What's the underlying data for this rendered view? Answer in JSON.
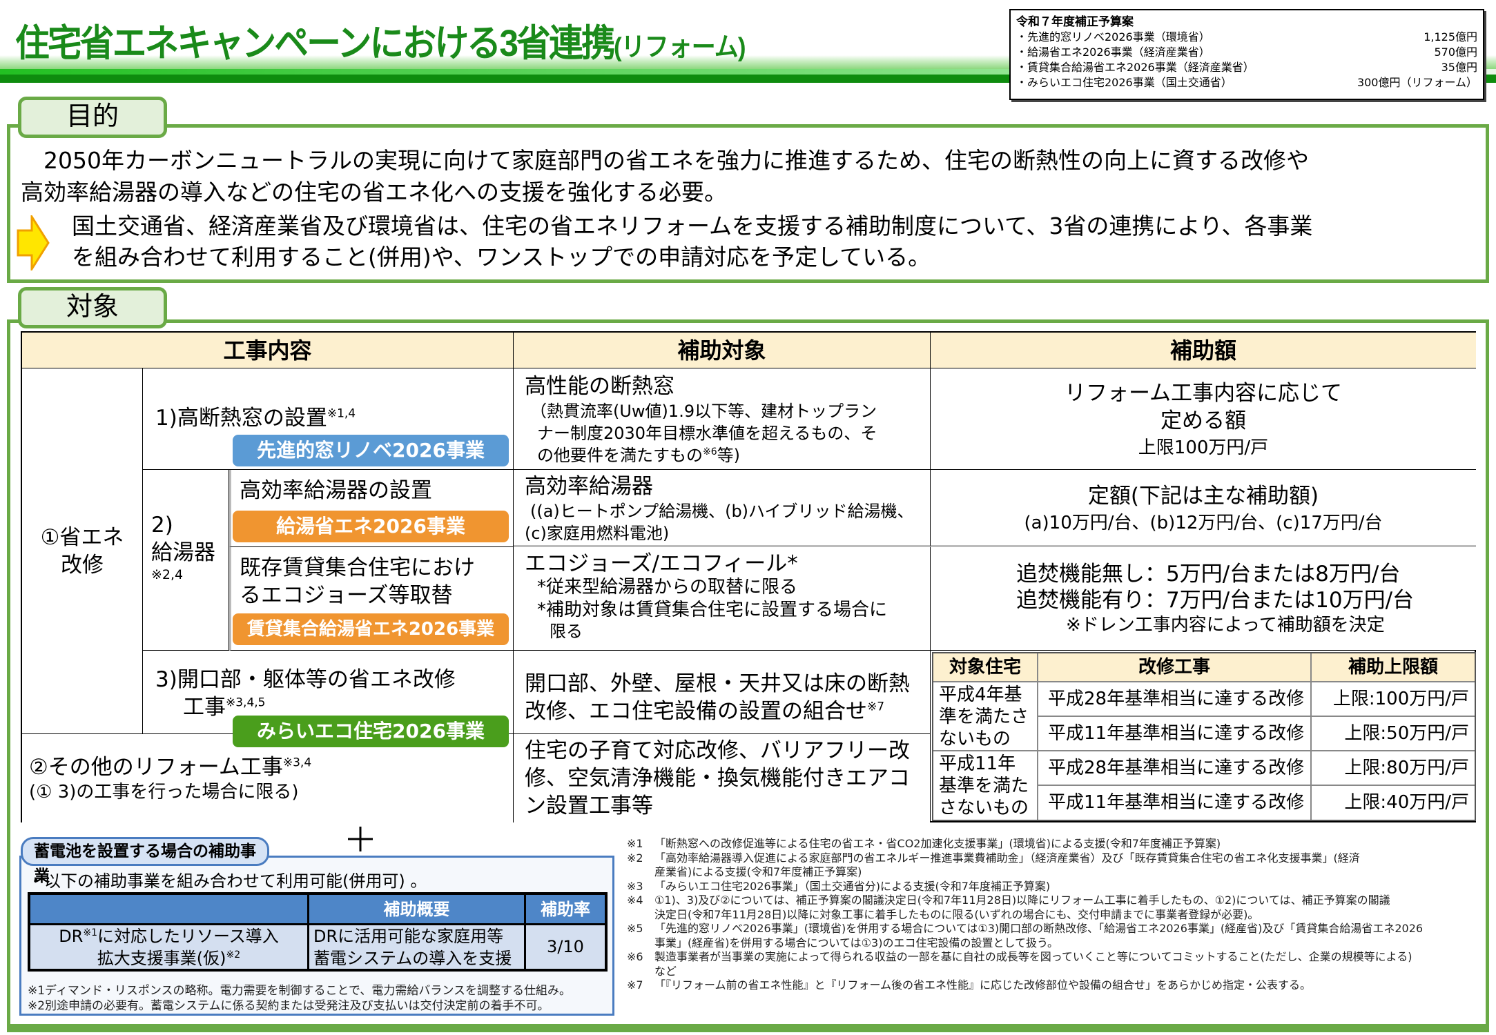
{
  "header": {
    "title_main": "住宅省エネキャンペーンにおける3省連携",
    "title_sub": "(リフォーム)"
  },
  "budget_box": {
    "heading": "令和７年度補正予算案",
    "items": [
      {
        "label": "・先進的窓リノベ2026事業（環境省）",
        "amount": "1,125億円"
      },
      {
        "label": "・給湯省エネ2026事業（経済産業省）",
        "amount": "570億円"
      },
      {
        "label": "・賃貸集合給湯省エネ2026事業（経済産業省）",
        "amount": "35億円"
      },
      {
        "label": "・みらいエコ住宅2026事業（国土交通省）",
        "amount": "300億円（リフォーム）"
      }
    ]
  },
  "purpose": {
    "tab_label": "目的",
    "line1": "　2050年カーボンニュートラルの実現に向けて家庭部門の省エネを強力に推進するため、住宅の断熱性の向上に資する改修や",
    "line2": "高効率給湯器の導入などの住宅の省エネ化への支援を強化する必要。",
    "line3": "国土交通省、経済産業省及び環境省は、住宅の省エネリフォームを支援する補助制度について、3省の連携により、各事業",
    "line4": "を組み合わせて利用すること(併用)や、ワンストップでの申請対応を予定している。",
    "arrow_color": "#ffe600"
  },
  "target": {
    "tab_label": "対象",
    "headers": {
      "work": "工事内容",
      "subject": "補助対象",
      "amount": "補助額"
    },
    "cat1": "①省エネ改修",
    "cat1_line1": "①省エネ",
    "cat1_line2": "改修",
    "item1": {
      "label": "1)高断熱窓の設置",
      "note": "※1,4",
      "badge": "先進的窓リノベ2026事業"
    },
    "item2": {
      "label1": "2)",
      "label2": "給湯器",
      "note": "※2,4"
    },
    "item2a": {
      "label": "高効率給湯器の設置",
      "badge": "給湯省エネ2026事業"
    },
    "item2b": {
      "label1": "既存賃貸集合住宅におけ",
      "label2": "るエコジョーズ等取替",
      "badge": "賃貸集合給湯省エネ2026事業"
    },
    "item3": {
      "label1": "3)開口部・躯体等の省エネ改修",
      "label2": "工事",
      "note": "※3,4,5",
      "badge": "みらいエコ住宅2026事業"
    },
    "cat2": {
      "label": "②その他のリフォーム工事",
      "note": "※3,4",
      "sub": "(① 3)の工事を行った場合に限る)"
    },
    "subject1": {
      "title": "高性能の断熱窓",
      "l1": "（熱貫流率(Uw値)1.9以下等、建材トップラン",
      "l2": "ナー制度2030年目標水準値を超えるもの、そ",
      "l3": "の他要件を満たすもの",
      "note": "※6",
      "l3b": "等)"
    },
    "subject2": {
      "title": "高効率給湯器",
      "l1": "((a)ヒートポンプ給湯機、(b)ハイブリッド給湯機、",
      "l2": "(c)家庭用燃料電池)"
    },
    "subject3": {
      "title": "エコジョーズ/エコフィール*",
      "l1": "*従来型給湯器からの取替に限る",
      "l2": "*補助対象は賃貸集合住宅に設置する場合に",
      "l3": "限る"
    },
    "subject4": {
      "l1": "開口部、外壁、屋根・天井又は床の断熱",
      "l2": "改修、エコ住宅設備の設置の組合せ",
      "note": "※7"
    },
    "subject5": {
      "l1": "住宅の子育て対応改修、バリアフリー改",
      "l2": "修、空気清浄機能・換気機能付きエアコ",
      "l3": "ン設置工事等"
    },
    "amount1": {
      "l1": "リフォーム工事内容に応じて",
      "l2": "定める額",
      "l3": "上限100万円/戸"
    },
    "amount2": {
      "l1": "定額(下記は主な補助額)",
      "l2": "(a)10万円/台、(b)12万円/台、(c)17万円/台"
    },
    "amount3": {
      "l1": "追焚機能無し：5万円/台または8万円/台",
      "l2": "追焚機能有り：7万円/台または10万円/台",
      "l3": "※ドレン工事内容によって補助額を決定"
    },
    "sub_table": {
      "headers": [
        "対象住宅",
        "改修工事",
        "補助上限額"
      ],
      "groups": [
        {
          "house": "平成4年基準を満たさないもの",
          "rows": [
            {
              "work": "平成28年基準相当に達する改修",
              "limit": "上限:100万円/戸"
            },
            {
              "work": "平成11年基準相当に達する改修",
              "limit": "上限:50万円/戸"
            }
          ]
        },
        {
          "house": "平成11年基準を満たさないもの",
          "rows": [
            {
              "work": "平成28年基準相当に達する改修",
              "limit": "上限:80万円/戸"
            },
            {
              "work": "平成11年基準相当に達する改修",
              "limit": "上限:40万円/戸"
            }
          ]
        }
      ],
      "house1_l1": "平成4年基",
      "house1_l2": "準を満たさ",
      "house1_l3": "ないもの",
      "house2_l1": "平成11年",
      "house2_l2": "基準を満た",
      "house2_l3": "さないもの"
    }
  },
  "battery": {
    "plus": "+",
    "tab_label": "蓄電池を設置する場合の補助事業",
    "intro": "・以下の補助事業を組み合わせて利用可能(併用可) 。",
    "headers": [
      "",
      "補助概要",
      "補助率"
    ],
    "row": {
      "name_l1": "DR",
      "name_note1": "※1",
      "name_l1b": "に対応したリソース導入",
      "name_l2": "拡大支援事業(仮)",
      "name_note2": "※2",
      "summary_l1": "DRに活用可能な家庭用等",
      "summary_l2": "蓄電システムの導入を支援",
      "rate": "3/10"
    },
    "notes": [
      "※1ディマンド・リスポンスの略称。電力需要を制御することで、電力需給バランスを調整する仕組み。",
      "※2別途申請の必要有。蓄電システムに係る契約または受発注及び支払いは交付決定前の着手不可。"
    ]
  },
  "footnotes": [
    {
      "key": "※1",
      "lines": [
        "「断熱窓への改修促進等による住宅の省エネ・省CO2加速化支援事業」(環境省)による支援(令和7年度補正予算案)"
      ]
    },
    {
      "key": "※2",
      "lines": [
        "「高効率給湯器導入促進による家庭部門の省エネルギー推進事業費補助金」（経済産業省）及び「既存賃貸集合住宅の省エネ化支援事業」(経済",
        "産業省)による支援(令和7年度補正予算案)"
      ]
    },
    {
      "key": "※3",
      "lines": [
        "「みらいエコ住宅2026事業」（国土交通省分)による支援(令和7年度補正予算案)"
      ]
    },
    {
      "key": "※4",
      "lines": [
        "①1)、3)及び②については、補正予算案の閣議決定日(令和7年11月28日)以降にリフォーム工事に着手したもの、①2)については、補正予算案の閣議",
        "決定日(令和7年11月28日)以降に対象工事に着手したものに限る(いずれの場合にも、交付申請までに事業者登録が必要)。"
      ]
    },
    {
      "key": "※5",
      "lines": [
        "「先進的窓リノベ2026事業」(環境省)を併用する場合については①3)開口部の断熱改修、「給湯省エネ2026事業」(経産省)及び「賃貸集合給湯省エネ2026",
        "事業」(経産省)を併用する場合については①3)のエコ住宅設備の設置として扱う。"
      ]
    },
    {
      "key": "※6",
      "lines": [
        "製造事業者が当事業の実施によって得られる収益の一部を基に自社の成長等を図っていくこと等についてコミットすること(ただし、企業の規模等による)",
        "など"
      ]
    },
    {
      "key": "※7",
      "lines": [
        "「『リフォーム前の省エネ性能』と『リフォーム後の省エネ性能』に応じた改修部位や設備の組合せ」をあらかじめ指定・公表する。"
      ]
    }
  ],
  "colors": {
    "title_green": "#1a8a1a",
    "frame_green": "#6aaa46",
    "header_beige": "#fdf0cf",
    "badge_blue": "#5b9bd5",
    "badge_orange": "#f09530",
    "badge_green": "#4a9e1c",
    "battery_blue": "#4e86c8"
  }
}
